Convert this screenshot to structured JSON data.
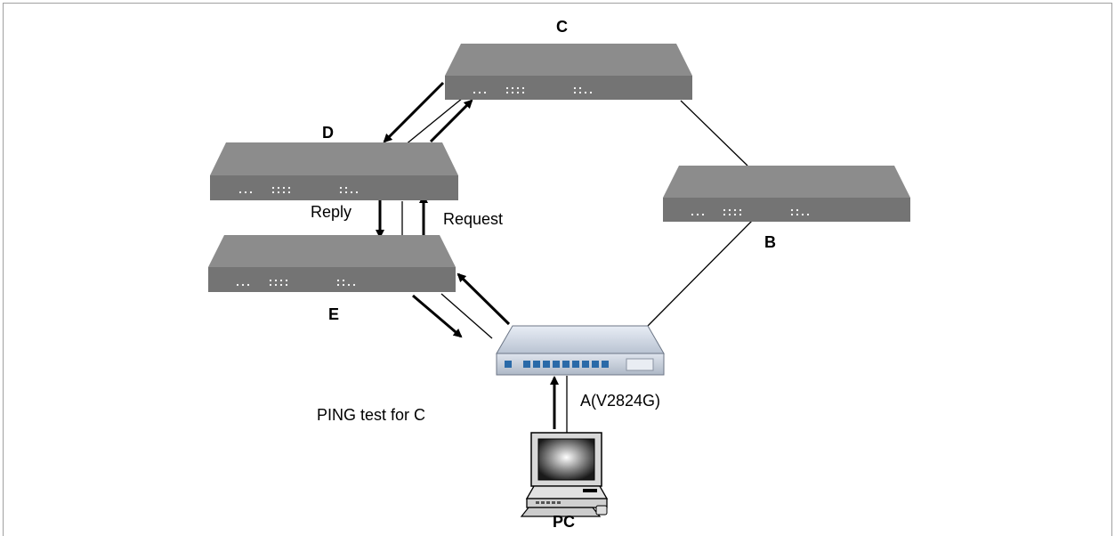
{
  "nodes": {
    "c": "C",
    "d": "D",
    "b": "B",
    "e": "E",
    "a": "A(V2824G)",
    "pc": "PC"
  },
  "labels": {
    "reply": "Reply",
    "request": "Request",
    "ping": "PING test for C"
  },
  "colors": {
    "device_top": "#8a8a8a",
    "device_front": "#737373",
    "switch_port": "#2a6aa8",
    "line": "#000000"
  }
}
